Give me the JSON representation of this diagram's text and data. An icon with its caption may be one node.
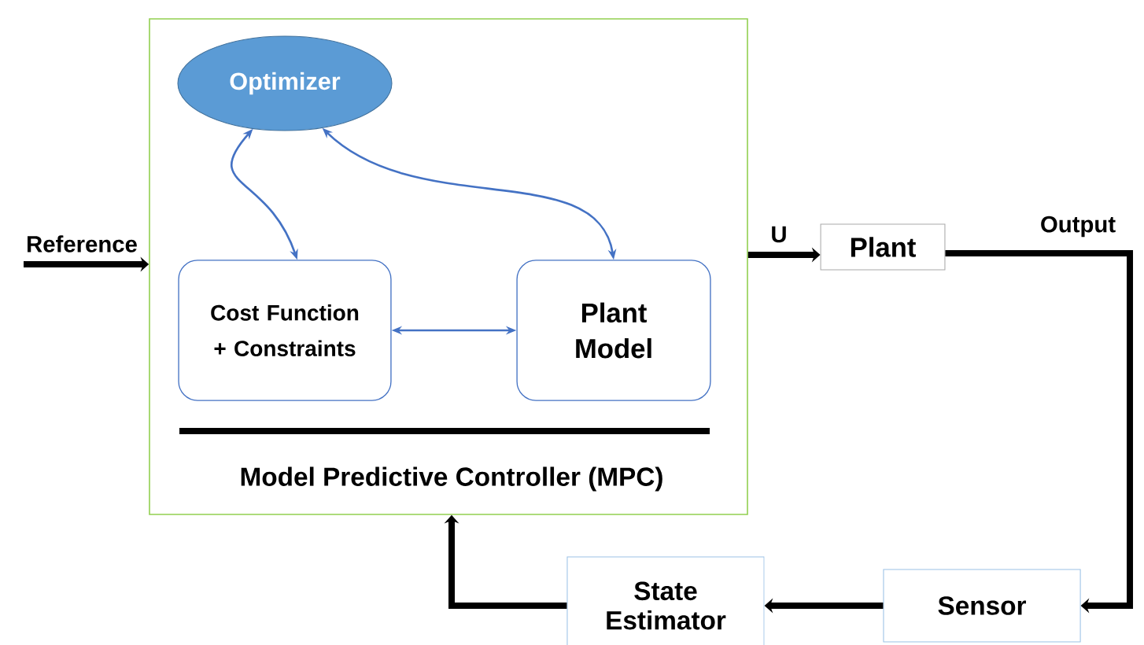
{
  "diagram": {
    "nodes": [
      {
        "text": [
          "Model Predictive Controller (MPC)"
        ]
      },
      {
        "text": [
          "Optimizer"
        ],
        "in": 0
      },
      {
        "text": [
          "Cost Function + Constraints"
        ],
        "in": 0
      },
      {
        "text": [
          "Plant Model"
        ],
        "in": 0
      },
      {
        "text": [
          "Plant"
        ]
      },
      {
        "text": [
          "Sensor"
        ]
      },
      {
        "text": [
          "State Estimator"
        ]
      }
    ],
    "edges": [
      {
        "from": 1,
        "to": 2,
        "arrow": "both",
        "color": "#4472c4"
      },
      {
        "from": 1,
        "to": 3,
        "arrow": "both",
        "color": "#4472c4"
      },
      {
        "from": 2,
        "to": 3,
        "arrow": "both",
        "color": "#4472c4"
      },
      {
        "from": null,
        "to": 0,
        "arrow": "to",
        "label": "Reference"
      },
      {
        "from": 0,
        "to": 4,
        "arrow": "to",
        "label": "U"
      },
      {
        "from": 4,
        "to": 5,
        "arrow": "to",
        "label": "Output"
      },
      {
        "from": 5,
        "to": 6,
        "arrow": "to"
      },
      {
        "from": 6,
        "to": 0,
        "arrow": "to"
      }
    ]
  }
}
